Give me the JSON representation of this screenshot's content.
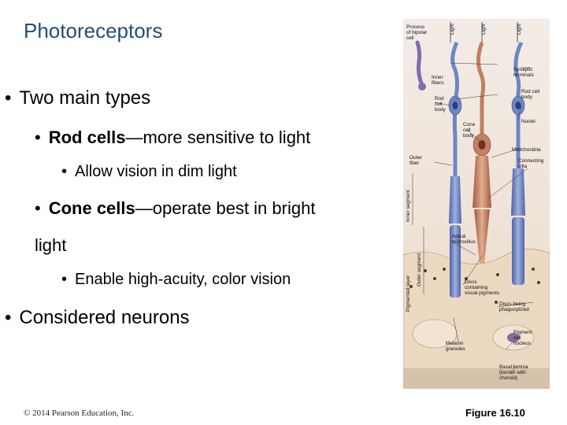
{
  "slide": {
    "title": "Photoreceptors",
    "bullets": [
      {
        "text": "Two main types",
        "bold_prefix": "",
        "marker": "•"
      },
      {
        "bold_prefix": "Rod cells",
        "text": "—more sensitive to light",
        "marker": "•"
      },
      {
        "text": "Allow vision in dim light",
        "marker": "•"
      },
      {
        "bold_prefix": "Cone cells",
        "text": "—operate best in bright",
        "continuation": "light",
        "marker": "•"
      },
      {
        "text": "Enable high-acuity, color vision",
        "marker": "•"
      },
      {
        "text": "Considered neurons",
        "marker": "•"
      }
    ],
    "credit": "© 2014 Pearson Education, Inc.",
    "figure_number": "Figure 16.10"
  },
  "figure": {
    "light_label": "Light",
    "labels": {
      "process_bipolar": [
        "Process",
        "of bipolar",
        "cell"
      ],
      "synaptic_terminals": [
        "Synaptic",
        "terminals"
      ],
      "inner_fibers": [
        "Inner",
        "fibers"
      ],
      "rod_cell_body_right": [
        "Rod cell",
        "body"
      ],
      "rod_cell_body_left": [
        "Rod",
        "cell",
        "body"
      ],
      "nuclei": [
        "Nuclei"
      ],
      "cone_cell_body": [
        "Cone",
        "cell",
        "body"
      ],
      "mitochondria": [
        "Mitochondria"
      ],
      "outer_fiber": [
        "Outer",
        "fiber"
      ],
      "connecting_cilia": [
        "Connecting",
        "cilia"
      ],
      "apical_microvillus": [
        "Apical",
        "microvillus"
      ],
      "discs_visual_pigments": [
        "Discs",
        "containing",
        "visual pigments"
      ],
      "discs_phagocytized": [
        "Discs being",
        "phagocytized"
      ],
      "melanin_granules": [
        "Melanin",
        "granules"
      ],
      "pigment_cell_nucleus": [
        "Pigment",
        "cell",
        "nucleus"
      ],
      "basal_lamina": [
        "Basal lamina",
        "(border with",
        "choroid)"
      ]
    },
    "segment_labels": {
      "inner_segment": "Inner segment",
      "outer_segment": "Outer segment",
      "pigmented_layer": "Pigmented layer"
    },
    "colors": {
      "title": "#1f4e79",
      "rod": "#6f86c4",
      "cone": "#c27f62",
      "pigment": "#ead7c0",
      "melanin": "#5a3a1e"
    }
  }
}
